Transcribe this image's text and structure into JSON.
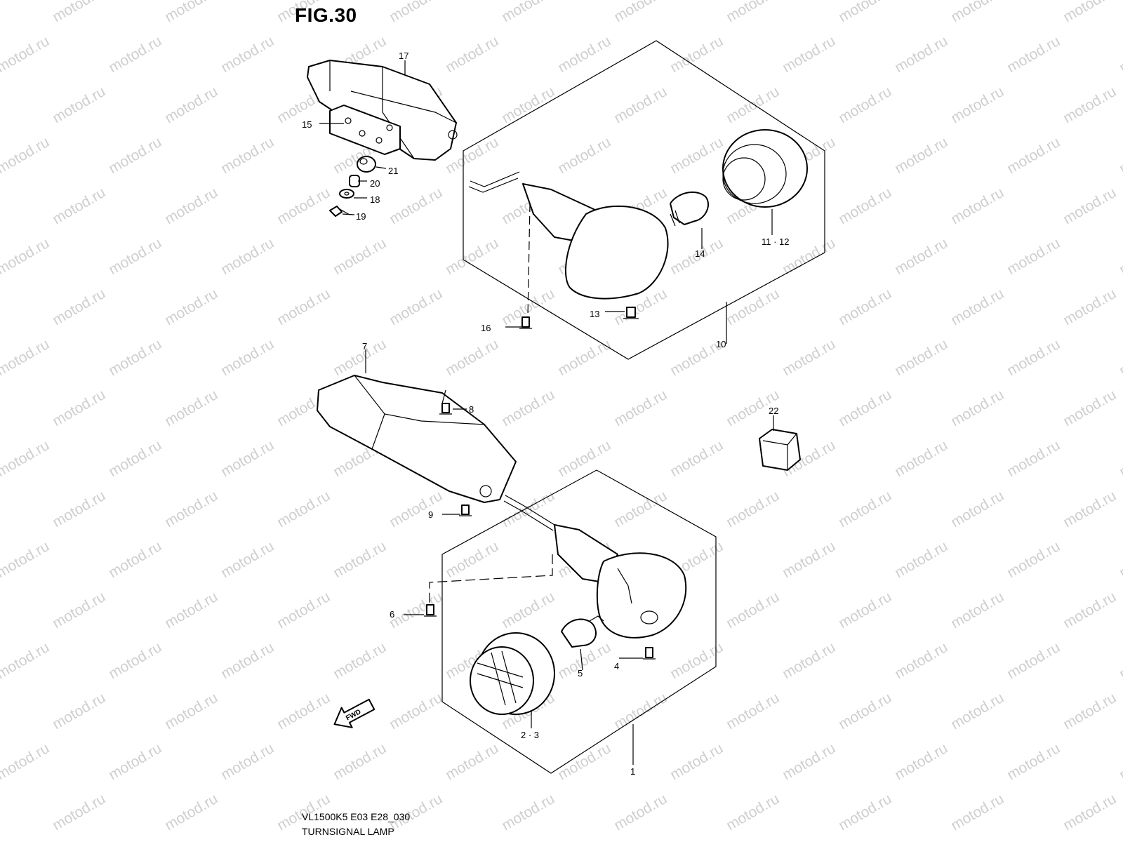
{
  "figure": {
    "title": "FIG.30"
  },
  "footer": {
    "model_code": "VL1500K5 E03 E28_030",
    "name": "TURNSIGNAL LAMP"
  },
  "watermark": {
    "text": "motod.ru"
  },
  "fwd_badge": {
    "text": "FWD"
  },
  "callouts": {
    "c1": "1",
    "c23": "2 · 3",
    "c4": "4",
    "c5": "5",
    "c6": "6",
    "c7": "7",
    "c8": "8",
    "c9": "9",
    "c10": "10",
    "c1112": "11 · 12",
    "c13": "13",
    "c14": "14",
    "c15": "15",
    "c16": "16",
    "c17": "17",
    "c18": "18",
    "c19": "19",
    "c20": "20",
    "c21": "21",
    "c22": "22"
  }
}
